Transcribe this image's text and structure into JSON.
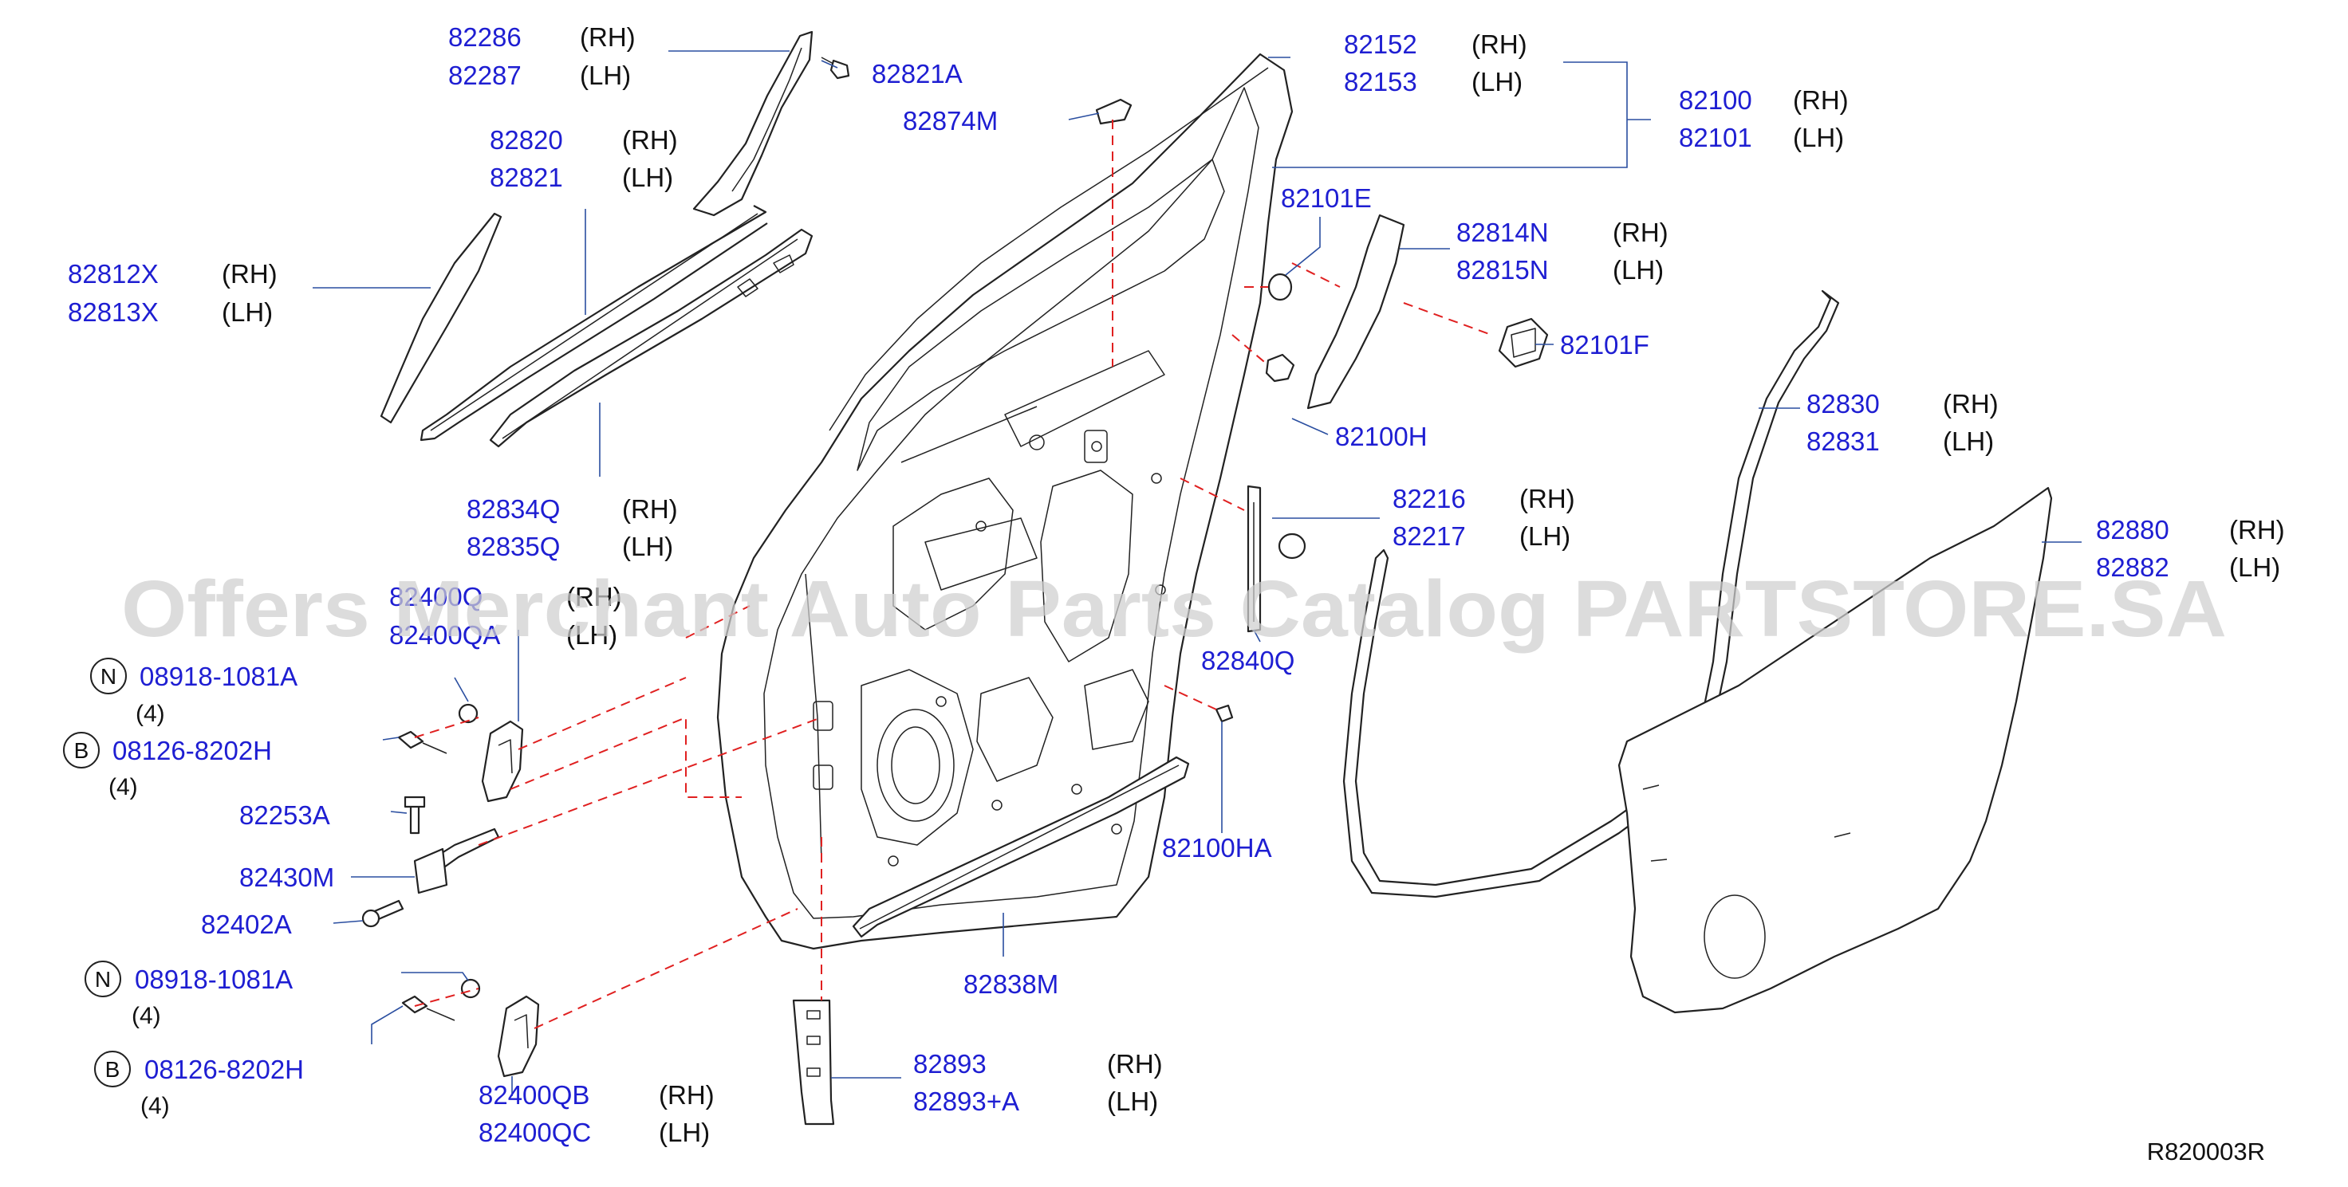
{
  "diagram": {
    "reference_code": "R820003R",
    "watermark": "Offers Merchant Auto Parts Catalog PARTSTORE.SA",
    "callouts": [
      {
        "id": "c-82286",
        "lines": [
          {
            "part": "82286",
            "side": "(RH)"
          },
          {
            "part": "82287",
            "side": "(LH)"
          }
        ]
      },
      {
        "id": "c-82821A",
        "lines": [
          {
            "part": "82821A",
            "side": ""
          }
        ]
      },
      {
        "id": "c-82152",
        "lines": [
          {
            "part": "82152",
            "side": "(RH)"
          },
          {
            "part": "82153",
            "side": "(LH)"
          }
        ]
      },
      {
        "id": "c-82100",
        "lines": [
          {
            "part": "82100",
            "side": "(RH)"
          },
          {
            "part": "82101",
            "side": "(LH)"
          }
        ]
      },
      {
        "id": "c-82874M",
        "lines": [
          {
            "part": "82874M",
            "side": ""
          }
        ]
      },
      {
        "id": "c-82820",
        "lines": [
          {
            "part": "82820",
            "side": "(RH)"
          },
          {
            "part": "82821",
            "side": "(LH)"
          }
        ]
      },
      {
        "id": "c-82101E",
        "lines": [
          {
            "part": "82101E",
            "side": ""
          }
        ]
      },
      {
        "id": "c-82814N",
        "lines": [
          {
            "part": "82814N",
            "side": "(RH)"
          },
          {
            "part": "82815N",
            "side": "(LH)"
          }
        ]
      },
      {
        "id": "c-82812X",
        "lines": [
          {
            "part": "82812X",
            "side": "(RH)"
          },
          {
            "part": "82813X",
            "side": "(LH)"
          }
        ]
      },
      {
        "id": "c-82101F",
        "lines": [
          {
            "part": "82101F",
            "side": ""
          }
        ]
      },
      {
        "id": "c-82830",
        "lines": [
          {
            "part": "82830",
            "side": "(RH)"
          },
          {
            "part": "82831",
            "side": "(LH)"
          }
        ]
      },
      {
        "id": "c-82100H",
        "lines": [
          {
            "part": "82100H",
            "side": ""
          }
        ]
      },
      {
        "id": "c-82834Q",
        "lines": [
          {
            "part": "82834Q",
            "side": "(RH)"
          },
          {
            "part": "82835Q",
            "side": "(LH)"
          }
        ]
      },
      {
        "id": "c-82216",
        "lines": [
          {
            "part": "82216",
            "side": "(RH)"
          },
          {
            "part": "82217",
            "side": "(LH)"
          }
        ]
      },
      {
        "id": "c-82880",
        "lines": [
          {
            "part": "82880",
            "side": "(RH)"
          },
          {
            "part": "82882",
            "side": "(LH)"
          }
        ]
      },
      {
        "id": "c-82400",
        "lines": [
          {
            "part": "82400Q",
            "side": "(RH)"
          },
          {
            "part": "82400QA",
            "side": "(LH)"
          }
        ]
      },
      {
        "id": "c-82840Q",
        "lines": [
          {
            "part": "82840Q",
            "side": ""
          }
        ]
      },
      {
        "id": "c-08918a",
        "symbol": "N",
        "lines": [
          {
            "part": "08918-1081A",
            "side": ""
          }
        ],
        "qty": "(4)"
      },
      {
        "id": "c-08126a",
        "symbol": "B",
        "lines": [
          {
            "part": "08126-8202H",
            "side": ""
          }
        ],
        "qty": "(4)"
      },
      {
        "id": "c-82253A",
        "lines": [
          {
            "part": "82253A",
            "side": ""
          }
        ]
      },
      {
        "id": "c-82100HA",
        "lines": [
          {
            "part": "82100HA",
            "side": ""
          }
        ]
      },
      {
        "id": "c-82430M",
        "lines": [
          {
            "part": "82430M",
            "side": ""
          }
        ]
      },
      {
        "id": "c-82402A",
        "lines": [
          {
            "part": "82402A",
            "side": ""
          }
        ]
      },
      {
        "id": "c-08918b",
        "symbol": "N",
        "lines": [
          {
            "part": "08918-1081A",
            "side": ""
          }
        ],
        "qty": "(4)"
      },
      {
        "id": "c-82838M",
        "lines": [
          {
            "part": "82838M",
            "side": ""
          }
        ]
      },
      {
        "id": "c-82893",
        "lines": [
          {
            "part": "82893",
            "side": "(RH)"
          },
          {
            "part": "82893+A",
            "side": "(LH)"
          }
        ]
      },
      {
        "id": "c-08126b",
        "symbol": "B",
        "lines": [
          {
            "part": "08126-8202H",
            "side": ""
          }
        ],
        "qty": "(4)"
      },
      {
        "id": "c-82400QB",
        "lines": [
          {
            "part": "82400QB",
            "side": "(RH)"
          },
          {
            "part": "82400QC",
            "side": "(LH)"
          }
        ]
      }
    ]
  }
}
